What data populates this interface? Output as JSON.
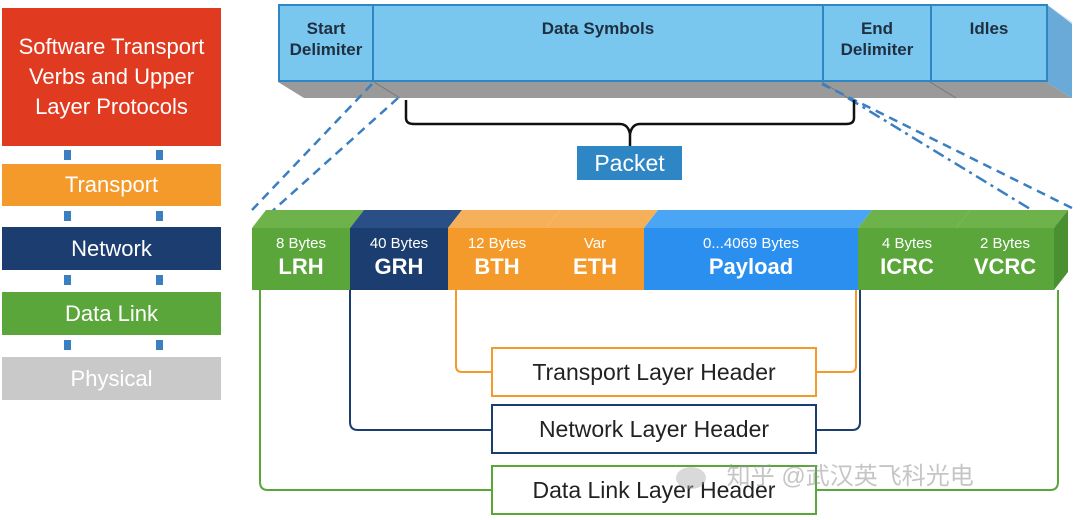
{
  "layer_stack": {
    "upper": "Software Transport Verbs and Upper Layer Protocols",
    "transport": "Transport",
    "network": "Network",
    "data_link": "Data Link",
    "physical": "Physical"
  },
  "frame": {
    "start_delimiter": "Start Delimiter",
    "data_symbols": "Data Symbols",
    "end_delimiter": "End Delimiter",
    "idles": "Idles"
  },
  "packet_label": "Packet",
  "fields": [
    {
      "bytes": "8 Bytes",
      "name": "LRH",
      "color": "#5aa63b"
    },
    {
      "bytes": "40 Bytes",
      "name": "GRH",
      "color": "#1b3d6f"
    },
    {
      "bytes": "12 Bytes",
      "name": "BTH",
      "color": "#f39a2a"
    },
    {
      "bytes": "Var",
      "name": "ETH",
      "color": "#f39a2a"
    },
    {
      "bytes": "0...4069 Bytes",
      "name": "Payload",
      "color": "#2b8ff0"
    },
    {
      "bytes": "4 Bytes",
      "name": "ICRC",
      "color": "#5aa63b"
    },
    {
      "bytes": "2 Bytes",
      "name": "VCRC",
      "color": "#5aa63b"
    }
  ],
  "headers": {
    "transport": "Transport Layer Header",
    "network": "Network Layer Header",
    "data_link": "Data Link Layer Header"
  },
  "watermark": "知乎 @武汉英飞科光电",
  "colors": {
    "upper": "#e03b20",
    "transport": "#f39a2a",
    "network": "#1b3d6f",
    "data_link": "#5aa63b",
    "physical": "#c9c9c9",
    "frame_blue": "#79c6ef",
    "dark_blue": "#2f86c5"
  }
}
